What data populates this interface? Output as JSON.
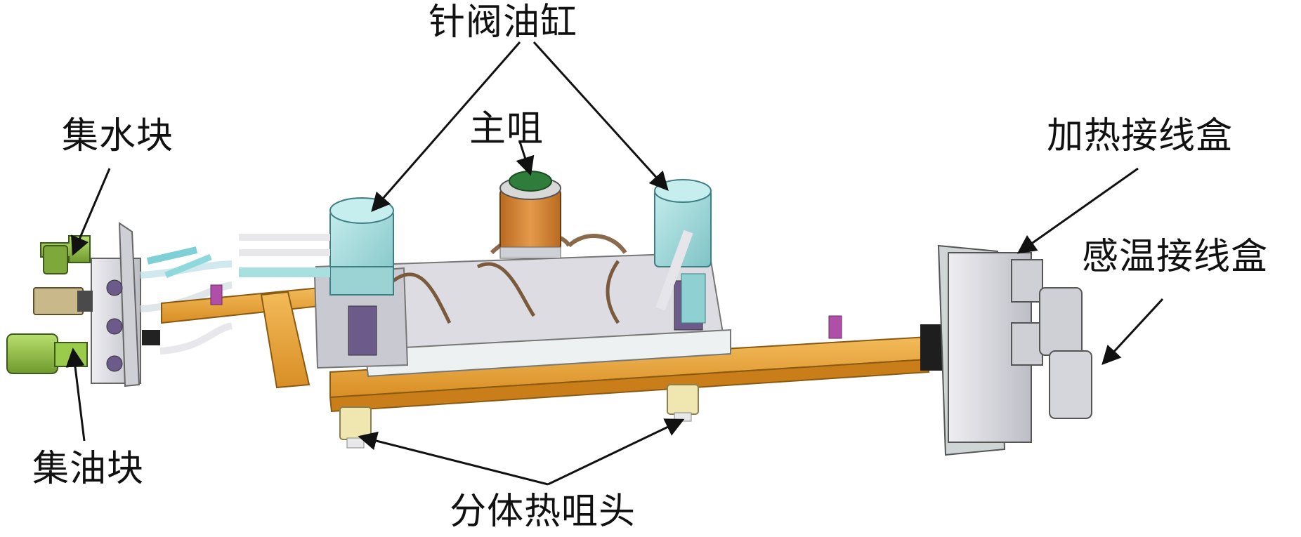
{
  "labels": {
    "needle_valve_cylinder": "针阀油缸",
    "main_nozzle": "主咀",
    "water_manifold_block": "集水块",
    "oil_manifold_block": "集油块",
    "heating_junction_box": "加热接线盒",
    "temperature_junction_box": "感温接线盒",
    "split_hot_nozzle_tip": "分体热咀头"
  },
  "colors": {
    "manifold_orange": "#e8a33a",
    "cylinder_cyan": "#a8dcdc",
    "main_nozzle_orange": "#d9843a",
    "main_nozzle_green": "#2f7d3a",
    "plate_gray": "#d9d9df",
    "fitting_green": "#8ec63f",
    "fitting_olive": "#6f8a2c",
    "clip_magenta": "#b04fa8",
    "nozzle_tip_cream": "#efe6b0",
    "arrow": "#111111"
  }
}
